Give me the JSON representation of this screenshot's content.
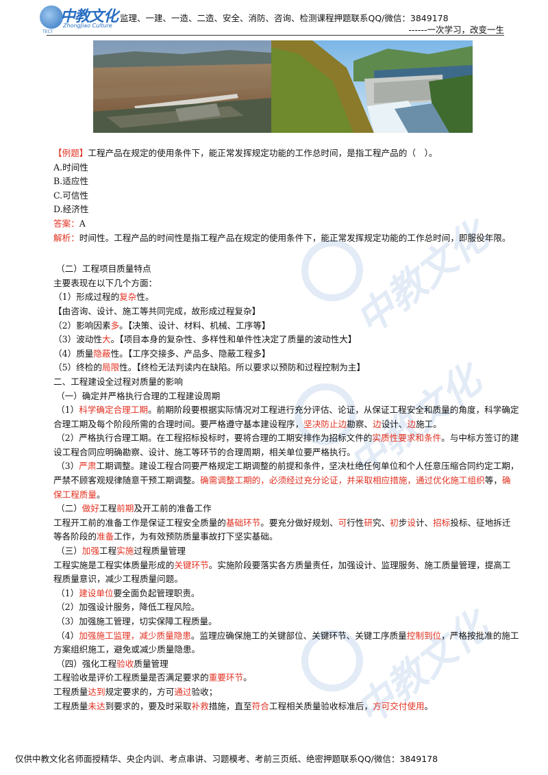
{
  "header": {
    "logo_text": "中教文化",
    "logo_sub": "ZhongJiao Culture",
    "logo_tect": "TECT",
    "ad": "监理、一建、一造、二造、安全、消防、咨询、检测课程押题联系QQ/微信：3849178",
    "slogan": "------一次学习，改变一生"
  },
  "question": {
    "tag": "【例题】",
    "stem": "工程产品在规定的使用条件下，能正常发挥规定功能的工作总时间，是指工程产品的（　）。",
    "options": [
      "A.时间性",
      "B.适应性",
      "C.可信性",
      "D.经济性"
    ],
    "answer_label": "答案：",
    "answer": "A",
    "analysis_label": "解析：",
    "analysis": "时间性。工程产品的时间性是指工程产品在规定的使用条件下，能正常发挥规定功能的工作总时间，即服役年限。"
  },
  "features": {
    "heading": "（二）工程项目质量特点",
    "intro": "主要表现在以下几个方面：",
    "f1_a": "（1）形成过程的",
    "f1_red": "复杂",
    "f1_b": "性。",
    "f1_note": "【由咨询、设计、施工等共同完成，故形成过程复杂】",
    "f2_a": "（2）影响因素",
    "f2_red": "多",
    "f2_b": "。【决策、设计、材料、机械、工序等】",
    "f3_a": "（3）波动性",
    "f3_red": "大",
    "f3_b": "。【项目本身的复杂性、多样性和单件性决定了质量的波动性大】",
    "f4_a": "（4）质量",
    "f4_red": "隐蔽",
    "f4_b": "性。【工序交接多、产品多、隐蔽工程多】",
    "f5_a": "（5）终检的",
    "f5_red": "局限",
    "f5_b": "性。【终检无法判读内在缺陷。所以要求以预防和过程控制为主】"
  },
  "section2": {
    "heading": "二、工程建设全过程对质量的影响",
    "s1_heading": "（一）确定并严格执行合理的工程建设周期",
    "p1_num": "（1）",
    "p1_red": "科学确定合理工期",
    "p1_a": "。前期阶段要根据实际情况对工程进行充分评估、论证，从保证工程安全和质量的角度，科学确定合理工期及每个阶段所需的合理时间。要严格遵守基本建设程序，",
    "p1_red2": "坚决防止边",
    "p1_b": "勘察、",
    "p1_red3": "边",
    "p1_c": "设计、",
    "p1_red4": "边",
    "p1_d": "施工。",
    "p2_a": "（2）严格执行合理工期。在工程招标投标时，要将合理的工期安排作为招标文件的",
    "p2_red": "实质性要求和条件",
    "p2_b": "。与中标方签订的建设工程合同应明确勘察、设计、施工等环节的合理周期，相关单位要严格执行。",
    "p3_num": "（3）",
    "p3_red": "严肃",
    "p3_a": "工期调整。建设工程合同要严格规定工期调整的前提和条件，坚决杜绝任何单位和个人任意压缩合同约定工期，严禁不顾客观规律随意干预工期调整。",
    "p3_red2": "确需调整工期的，必须经过充分论证，并采取相应措施，通过优化施工组织",
    "p3_b": "等，",
    "p3_red3": "确保工程质量",
    "p3_c": "。",
    "s2_a": "（二）",
    "s2_red": "做好",
    "s2_b": "工程",
    "s2_red2": "前期",
    "s2_c": "及开工前的准备工作",
    "s2p_a": "工程开工前的准备工作是保证工程安全质量的",
    "s2p_red": "基础环节",
    "s2p_b": "。要充分做好规划、",
    "s2p_red2": "可",
    "s2p_c": "行性",
    "s2p_red3": "研",
    "s2p_d": "究、",
    "s2p_red4": "初",
    "s2p_e": "步",
    "s2p_red5": "设",
    "s2p_f": "计、",
    "s2p_red6": "招标",
    "s2p_g": "投标、征地拆迁等各阶段的",
    "s2p_red7": "准备",
    "s2p_h": "工作，为有效预防质量事故打下坚实基础。",
    "s3_a": "（三）",
    "s3_red": "加强",
    "s3_b": "工程",
    "s3_red2": "实施",
    "s3_c": "过程质量管理",
    "s3p_a": "工程实施是工程实体质量形成的",
    "s3p_red": "关键环节",
    "s3p_b": "。实施阶段要落实各方质量责任，加强设计、监理服务、施工质量管理，提高工程质量意识，减少工程质量问题。",
    "s3i1_num": "（1）",
    "s3i1_red": "建设单位",
    "s3i1_b": "要全面负起管理职责。",
    "s3i2": "（2）加强设计服务，降低工程风险。",
    "s3i3": "（3）加强施工管理，切实保障工程质量。",
    "s3i4_num": "（4）",
    "s3i4_red": "加强施工监理，减少质量隐患",
    "s3i4_a": "。监理应确保施工的关键部位、关键环节、关键工序质量",
    "s3i4_red2": "控制到位",
    "s3i4_b": "，严格按批准的施工方案组织施工，避免或减少质量隐患。",
    "s4_a": "（四）强化工程",
    "s4_red": "验收",
    "s4_b": "质量管理",
    "s4p1_a": "工程验收是评价工程质量是否满足要求的",
    "s4p1_red": "重要环节",
    "s4p1_b": "。",
    "s4p2_a": "工程质量",
    "s4p2_red": "达到",
    "s4p2_b": "规定要求的，方可",
    "s4p2_red2": "通过",
    "s4p2_c": "验收；",
    "s4p3_a": "工程质量",
    "s4p3_red": "未达",
    "s4p3_b": "到要求的，要及时采取",
    "s4p3_red2": "补救",
    "s4p3_c": "措施，直至",
    "s4p3_red3": "符合",
    "s4p3_d": "工程相关质量验收标准后，",
    "s4p3_red4": "方可交付使用",
    "s4p3_e": "。"
  },
  "footer": {
    "text": "仅供中教文化名师面授精华、央企内训、考点串讲、习题模考、考前三页纸、绝密押题联系QQ/微信：3849178"
  },
  "colors": {
    "accent_red": "#e23020",
    "brand_blue": "#2a6fc2"
  }
}
